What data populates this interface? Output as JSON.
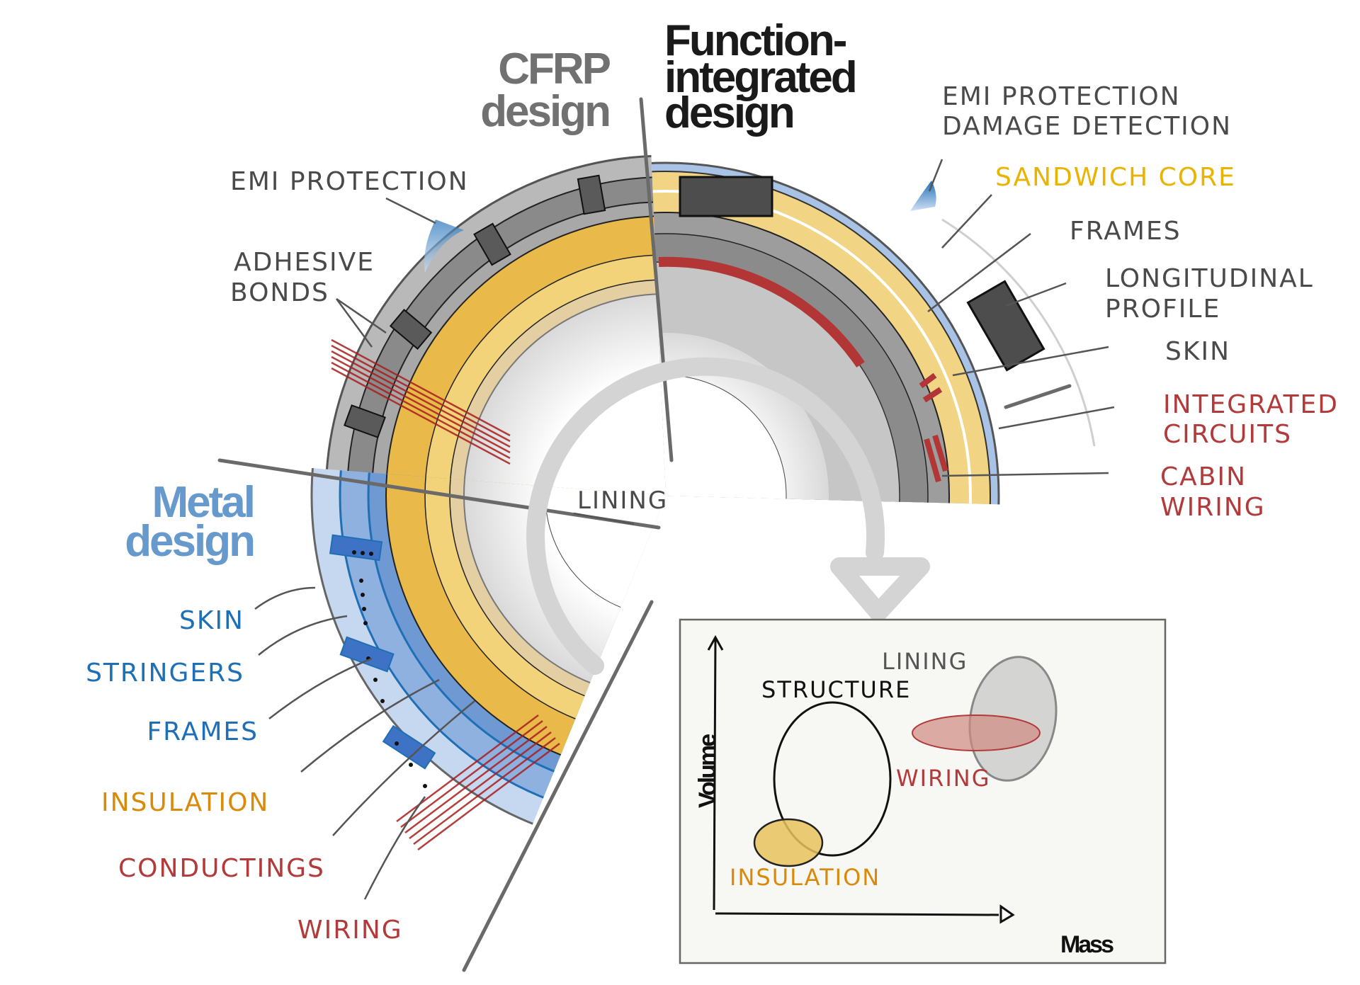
{
  "titles": {
    "cfrp": [
      "CFRP",
      "design"
    ],
    "function_integrated": [
      "Function-",
      "integrated",
      "design"
    ],
    "metal": [
      "Metal",
      "design"
    ]
  },
  "labels": {
    "cfrp": {
      "emi_protection": "EMI PROTECTION",
      "adhesive_bonds": [
        "ADHESIVE",
        "BONDS"
      ]
    },
    "function_integrated": {
      "emi_damage": [
        "EMI PROTECTION",
        "DAMAGE DETECTION"
      ],
      "sandwich_core": "SANDWICH CORE",
      "frames": "FRAMES",
      "longitudinal_profile": [
        "LONGITUDINAL",
        "PROFILE"
      ],
      "skin": "SKIN",
      "integrated_circuits": [
        "INTEGRATED",
        "CIRCUITS"
      ],
      "cabin_wiring": [
        "CABIN",
        "WIRING"
      ]
    },
    "metal": {
      "skin": "SKIN",
      "stringers": "STRINGERS",
      "frames": "FRAMES",
      "insulation": "INSULATION",
      "conductings": "CONDUCTINGS",
      "wiring": "WIRING"
    },
    "center": "LINING"
  },
  "colors": {
    "cfrp_title": "#717171",
    "function_title": "#1a1a1a",
    "metal_title": "#6699cc",
    "label_gray": "#4a4a4a",
    "label_blue": "#1f6fb5",
    "label_orange": "#d98a0a",
    "label_red": "#b23a3a",
    "label_yellow": "#e8b400"
  },
  "inset_chart": {
    "xlabel": "Mass",
    "ylabel": "Volume",
    "groups": [
      {
        "name": "STRUCTURE",
        "color": "#000000",
        "fill": "none"
      },
      {
        "name": "LINING",
        "color": "#888888",
        "fill": "#bdbdbd"
      },
      {
        "name": "WIRING",
        "color": "#b23a3a",
        "fill": "#cf8a80"
      },
      {
        "name": "INSULATION",
        "color": "#d98a0a",
        "fill": "#e7c25a"
      }
    ]
  }
}
